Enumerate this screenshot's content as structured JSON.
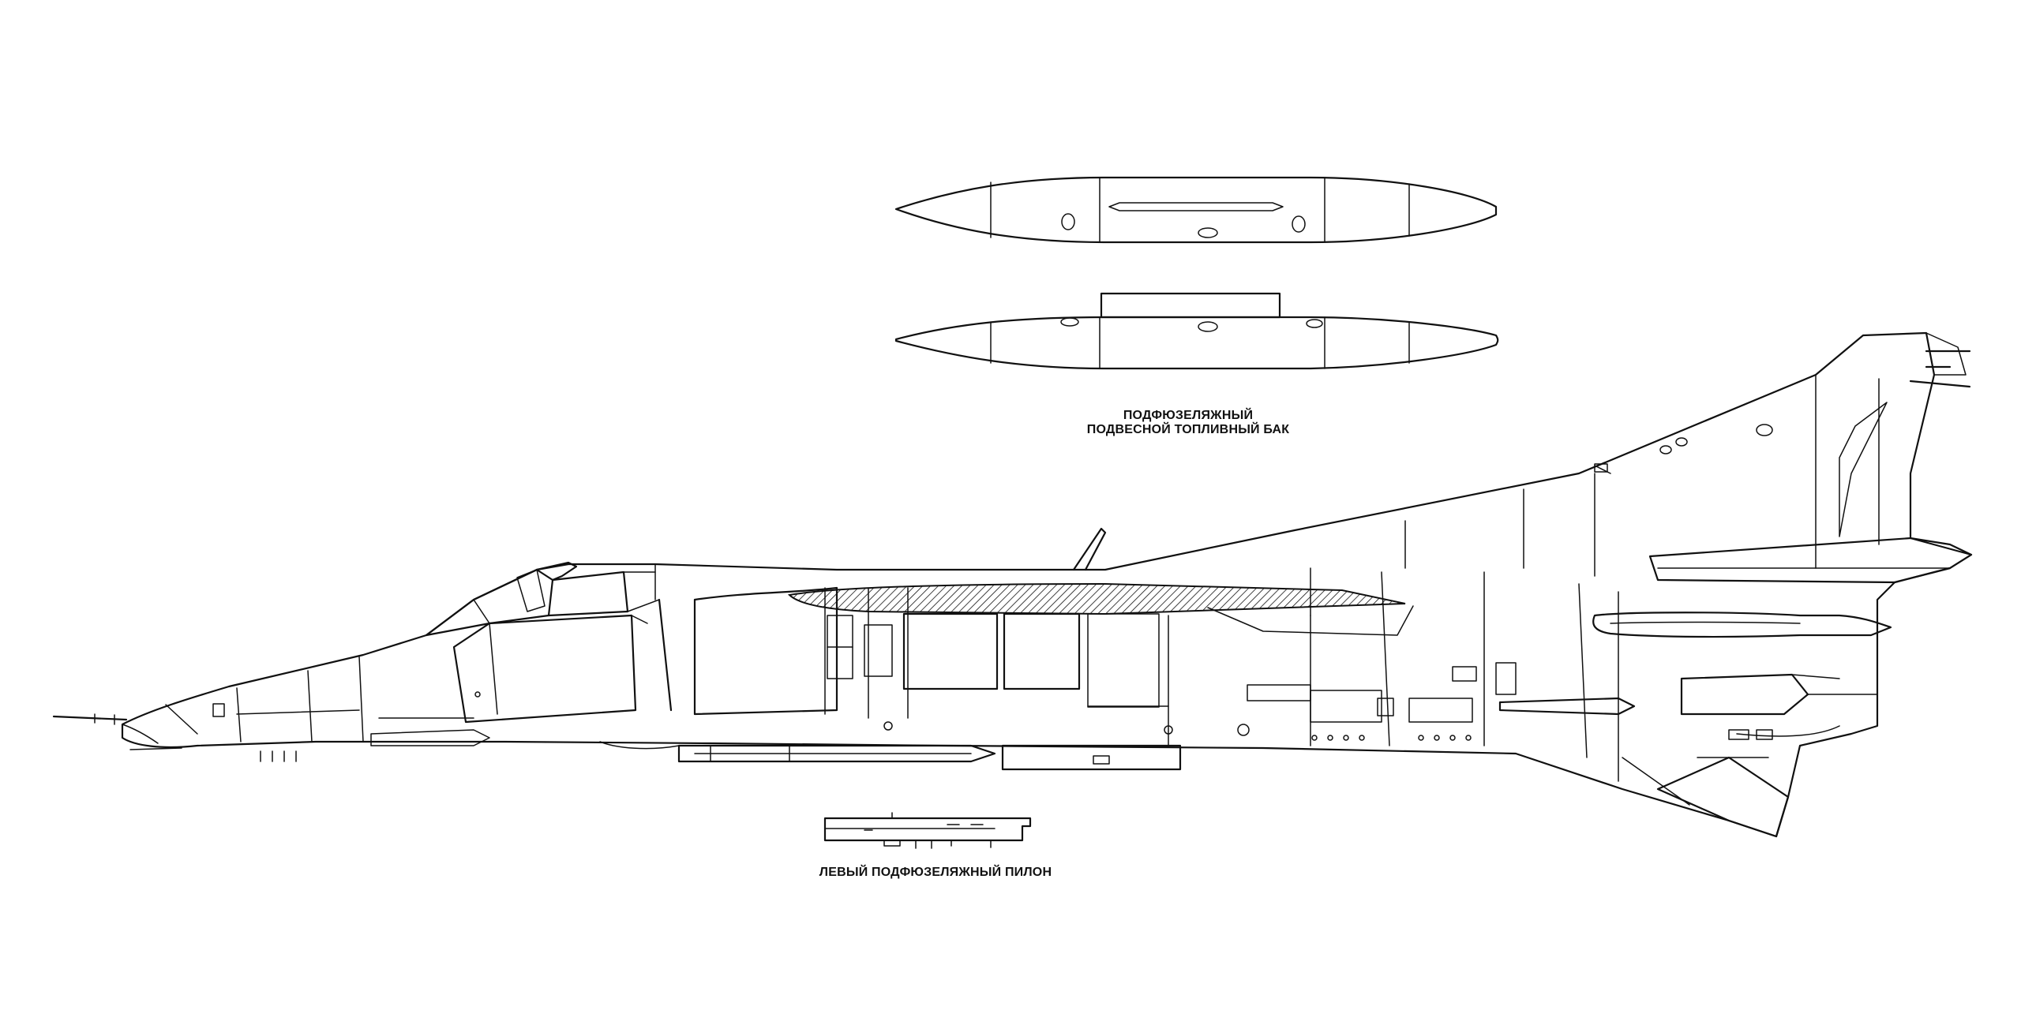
{
  "captions": {
    "tank_line1": "ПОДФЮЗЕЛЯЖНЫЙ",
    "tank_line2": "ПОДВЕСНОЙ ТОПЛИВНЫЙ БАК",
    "pylon": "ЛЕВЫЙ ПОДФЮЗЕЛЯЖНЫЙ ПИЛОН"
  },
  "colors": {
    "ink": "#111111",
    "paper": "#ffffff"
  }
}
